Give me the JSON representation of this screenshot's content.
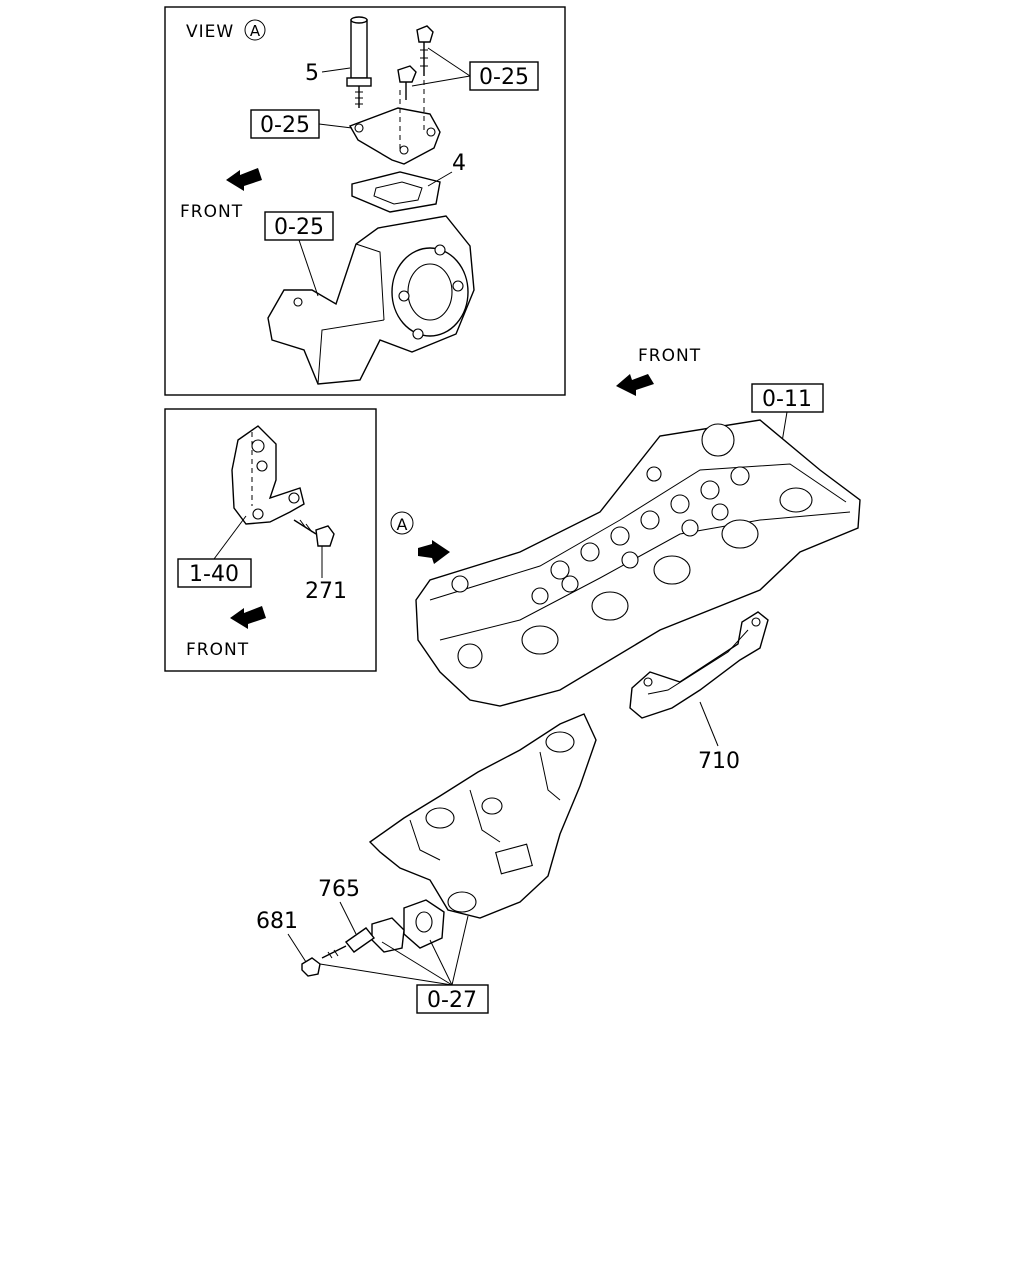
{
  "inset_a": {
    "view_label": "VIEW",
    "view_marker": "A",
    "front_label": "FRONT",
    "callouts": [
      "0-25",
      "0-25",
      "0-25"
    ],
    "parts": [
      "5",
      "4"
    ]
  },
  "inset_b": {
    "front_label": "FRONT",
    "callout": "1-40",
    "part": "271"
  },
  "main": {
    "front_label": "FRONT",
    "view_marker": "A",
    "callout_top": "0-11",
    "callout_bottom": "0-27",
    "parts": [
      "710",
      "765",
      "681"
    ]
  }
}
